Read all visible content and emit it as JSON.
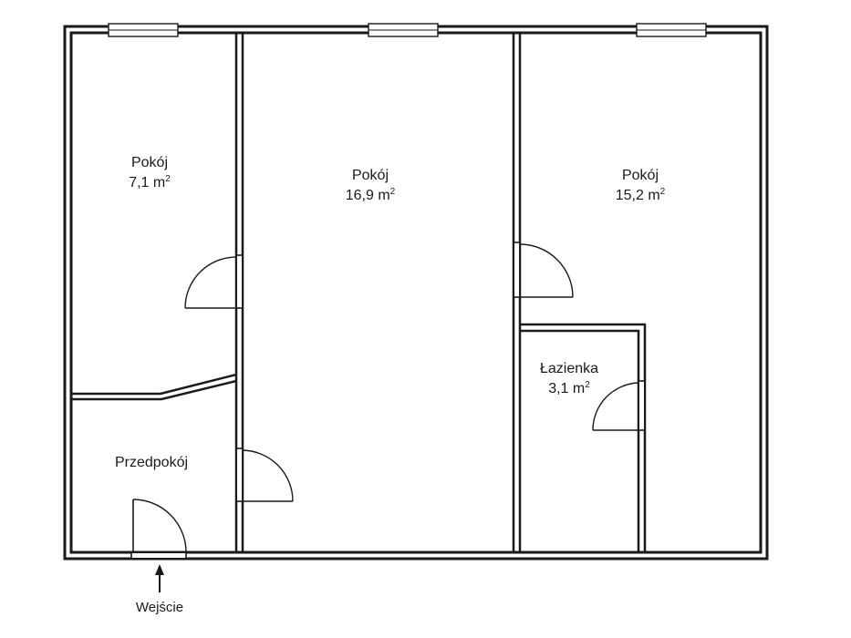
{
  "rooms": [
    {
      "name": "Pokój",
      "area": "7,1 m",
      "unit_sup": "2"
    },
    {
      "name": "Pokój",
      "area": "16,9 m",
      "unit_sup": "2"
    },
    {
      "name": "Pokój",
      "area": "15,2 m",
      "unit_sup": "2"
    },
    {
      "name": "Łazienka",
      "area": "3,1 m",
      "unit_sup": "2"
    },
    {
      "name": "Przedpokój"
    }
  ],
  "entrance": {
    "label": "Wejście"
  },
  "colors": {
    "wall": "#1a1a1a",
    "background": "#ffffff"
  }
}
